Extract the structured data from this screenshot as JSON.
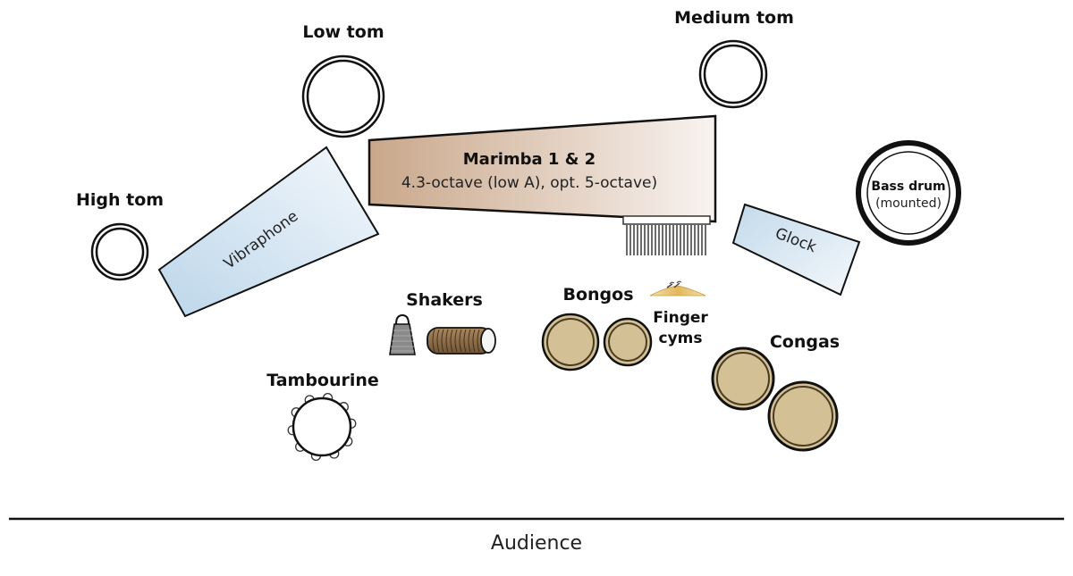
{
  "diagram": {
    "type": "stage-setup",
    "colors": {
      "outline": "#111111",
      "marimba_fill_start": "#c9a78a",
      "marimba_fill_end": "#f7f1ee",
      "keyboard_fill_start": "#c3daea",
      "keyboard_fill_end": "#f3f8fc",
      "drum_head": "#d3c195",
      "shaker_wood": "#8e6f4a",
      "cowbell_gray": "#8a8a8a",
      "cymbal_gold": "#e7c36f"
    },
    "instruments": {
      "low_tom": {
        "label": "Low tom"
      },
      "medium_tom": {
        "label": "Medium tom"
      },
      "high_tom": {
        "label": "High tom"
      },
      "marimba": {
        "label": "Marimba 1 & 2",
        "sublabel": "4.3-octave (low A), opt. 5-octave)"
      },
      "vibraphone": {
        "label": "Vibraphone"
      },
      "glock": {
        "label": "Glock"
      },
      "bass_drum": {
        "label": "Bass drum",
        "sublabel": "(mounted)"
      },
      "shakers": {
        "label": "Shakers"
      },
      "bongos": {
        "label": "Bongos"
      },
      "finger_cymbals": {
        "label_line1": "Finger",
        "label_line2": "cyms"
      },
      "congas": {
        "label": "Congas"
      },
      "tambourine": {
        "label": "Tambourine"
      }
    },
    "audience": {
      "label": "Audience"
    }
  }
}
